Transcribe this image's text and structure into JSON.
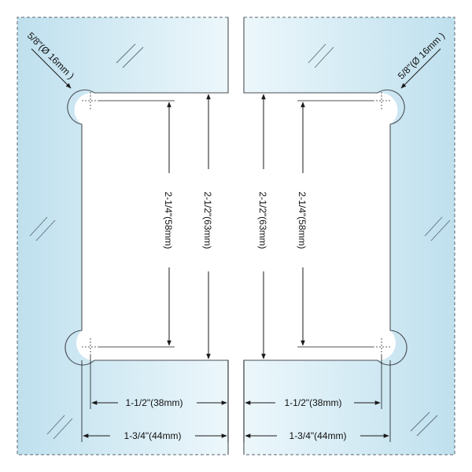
{
  "colors": {
    "glass_light": "#ecf7fb",
    "glass_dark": "#bfe0ee",
    "background": "#ffffff",
    "line": "#1a1a1a"
  },
  "labels": {
    "hole_left": "5/8\"(Ø 16mm )",
    "hole_right": "5/8\"(Ø 16mm )",
    "left_inner_height": "2-1/4\"(58mm)",
    "left_outer_height": "2-1/2\"(63mm)",
    "right_inner_height": "2-1/2\"(63mm)",
    "right_outer_height": "2-1/4\"(58mm)",
    "left_width_short": "1-1/2\"(38mm)",
    "left_width_long": "1-3/4\"(44mm)",
    "right_width_short": "1-1/2\"(38mm)",
    "right_width_long": "1-3/4\"(44mm)"
  }
}
